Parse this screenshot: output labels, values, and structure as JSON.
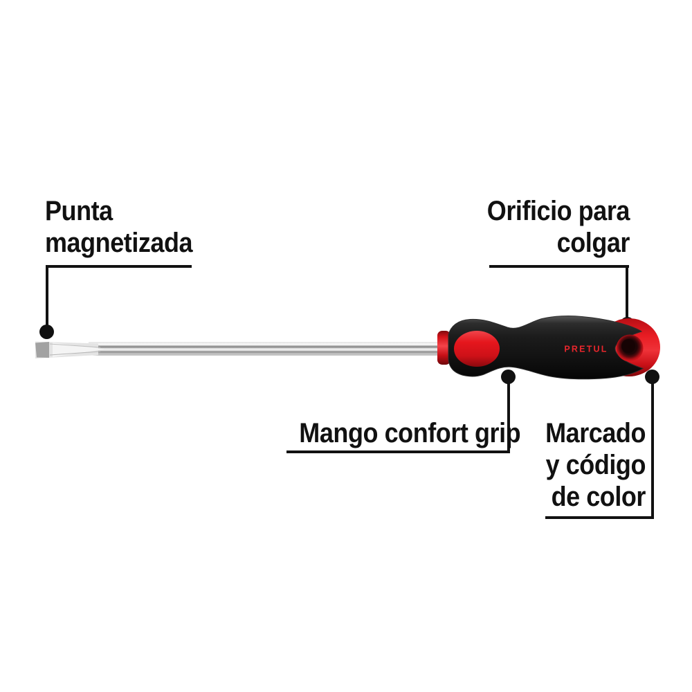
{
  "page": {
    "background": "#ffffff"
  },
  "figure": {
    "type": "product-callout-diagram",
    "product": "flat-head screwdriver",
    "brand_label": "PRETUL",
    "colors": {
      "accent_red": "#e3141c",
      "handle_black": "#161616",
      "callout_black": "#111111",
      "shaft_silver": "#d9d9d9",
      "tip_gray": "#a2a2a2"
    },
    "callouts": [
      {
        "name": "punta-magnetizada",
        "text": "Punta magnetizada",
        "lines": [
          "Punta",
          "magnetizada"
        ],
        "align": "left"
      },
      {
        "name": "orificio-para-colgar",
        "text": "Orificio para colgar",
        "lines": [
          "Orificio para",
          "colgar"
        ],
        "align": "right"
      },
      {
        "name": "mango-confort-grip",
        "text": "Mango confort grip",
        "lines": [
          "Mango confort grip"
        ],
        "align": "right"
      },
      {
        "name": "marcado-y-codigo-de-color",
        "text": "Marcado y código de color",
        "lines": [
          "Marcado",
          "y código",
          "de color"
        ],
        "align": "right"
      }
    ]
  }
}
